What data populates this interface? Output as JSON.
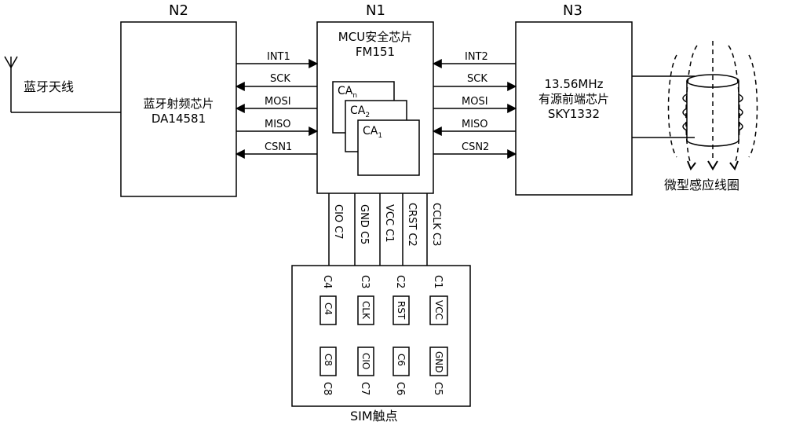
{
  "labels": {
    "n1": "N1",
    "n2": "N2",
    "n3": "N3",
    "antenna": "蓝牙天线",
    "coil": "微型感应线圈",
    "sim": "SIM触点"
  },
  "blocks": {
    "bluetooth": {
      "line1": "蓝牙射频芯片",
      "line2": "DA14581"
    },
    "mcu": {
      "line1": "MCU安全芯片",
      "line2": "FM151"
    },
    "nfc": {
      "line1": "13.56MHz",
      "line2": "有源前端芯片",
      "line3": "SKY1332"
    }
  },
  "cert_cards": {
    "n": {
      "text": "CA",
      "sub": "n"
    },
    "two": {
      "text": "CA",
      "sub": "2"
    },
    "one": {
      "text": "CA",
      "sub": "1"
    }
  },
  "left_bus": [
    "INT1",
    "SCK",
    "MOSI",
    "MISO",
    "CSN1"
  ],
  "right_bus": [
    "INT2",
    "SCK",
    "MOSI",
    "MISO",
    "CSN2"
  ],
  "sim_bus": [
    "CIO  C7",
    "GND  C5",
    "VCC  C1",
    "CRST  C2",
    "CCLK  C3"
  ],
  "sim_pins": {
    "top_labels": [
      "C4",
      "C3",
      "C2",
      "C1"
    ],
    "top_pins": [
      "C4",
      "CLK",
      "RST",
      "VCC"
    ],
    "bottom_pins": [
      "C8",
      "CIO",
      "C6",
      "GND"
    ],
    "bottom_labels": [
      "C8",
      "C7",
      "C6",
      "C5"
    ]
  }
}
